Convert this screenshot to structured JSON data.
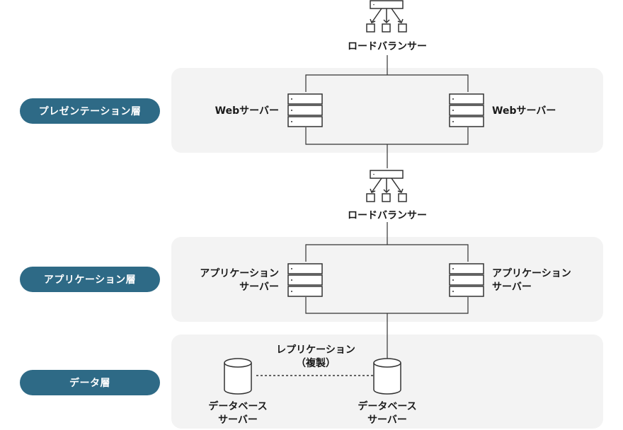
{
  "tiers": {
    "presentation": {
      "label": "プレゼンテーション層"
    },
    "application": {
      "label": "アプリケーション層"
    },
    "data": {
      "label": "データ層"
    }
  },
  "load_balancers": {
    "top": {
      "label": "ロードバランサー",
      "icon": "load-balancer-icon"
    },
    "middle": {
      "label": "ロードバランサー",
      "icon": "load-balancer-icon"
    }
  },
  "web_servers": {
    "left": {
      "label": "Webサーバー",
      "icon": "server-stack-icon"
    },
    "right": {
      "label": "Webサーバー",
      "icon": "server-stack-icon"
    }
  },
  "app_servers": {
    "left": {
      "line1": "アプリケーション",
      "line2": "サーバー",
      "icon": "server-stack-icon"
    },
    "right": {
      "line1": "アプリケーション",
      "line2": "サーバー",
      "icon": "server-stack-icon"
    }
  },
  "db_servers": {
    "left": {
      "line1": "データベース",
      "line2": "サーバー",
      "icon": "database-icon"
    },
    "right": {
      "line1": "データベース",
      "line2": "サーバー",
      "icon": "database-icon"
    }
  },
  "replication": {
    "line1": "レプリケーション",
    "line2": "（複製）"
  },
  "colors": {
    "pill": "#2e6a86",
    "panel": "#f3f3f3",
    "stroke": "#333333"
  }
}
